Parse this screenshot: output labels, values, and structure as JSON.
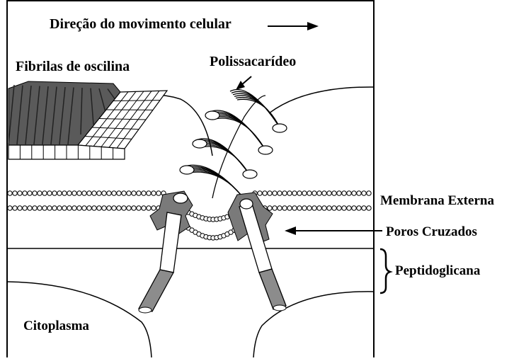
{
  "labels": {
    "direction": "Direção do movimento celular",
    "fibrils": "Fibrilas de oscilina",
    "polysaccharide": "Polissacarídeo",
    "outer_membrane": "Membrana Externa",
    "cross_pores": "Poros Cruzados",
    "peptidoglycan": "Peptidoglicana",
    "cytoplasm": "Citoplasma"
  },
  "colors": {
    "line": "#000000",
    "fibril_fill": "#5a5a5a",
    "protein_fill": "#7a7a7a",
    "tube_fill": "#8c8c8c",
    "background": "#ffffff"
  }
}
